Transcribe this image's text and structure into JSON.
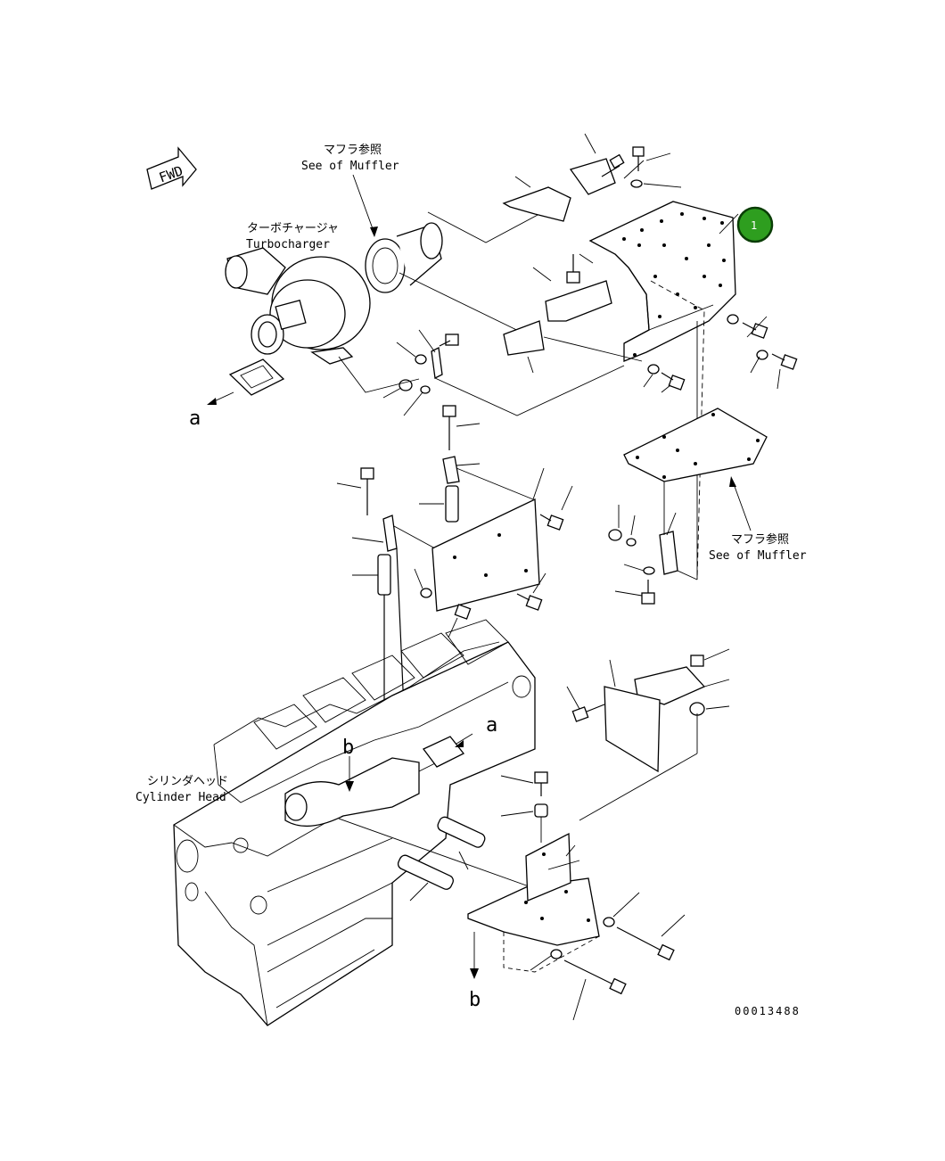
{
  "labels": {
    "fwd": "FWD",
    "muffler_top_jp": "マフラ参照",
    "muffler_top_en": "See of Muffler",
    "turbo_jp": "ターボチャージャ",
    "turbo_en": "Turbocharger",
    "muffler_right_jp": "マフラ参照",
    "muffler_right_en": "See of Muffler",
    "cyl_jp": "シリンダヘッド",
    "cyl_en": "Cylinder Head",
    "ref_a_left": "a",
    "ref_a_right": "a",
    "ref_b_mid": "b",
    "ref_b_bottom": "b",
    "drawing_no": "00013488"
  },
  "callout": {
    "number": "1",
    "color": "#2e9e1f",
    "border": "#0a3d06"
  }
}
